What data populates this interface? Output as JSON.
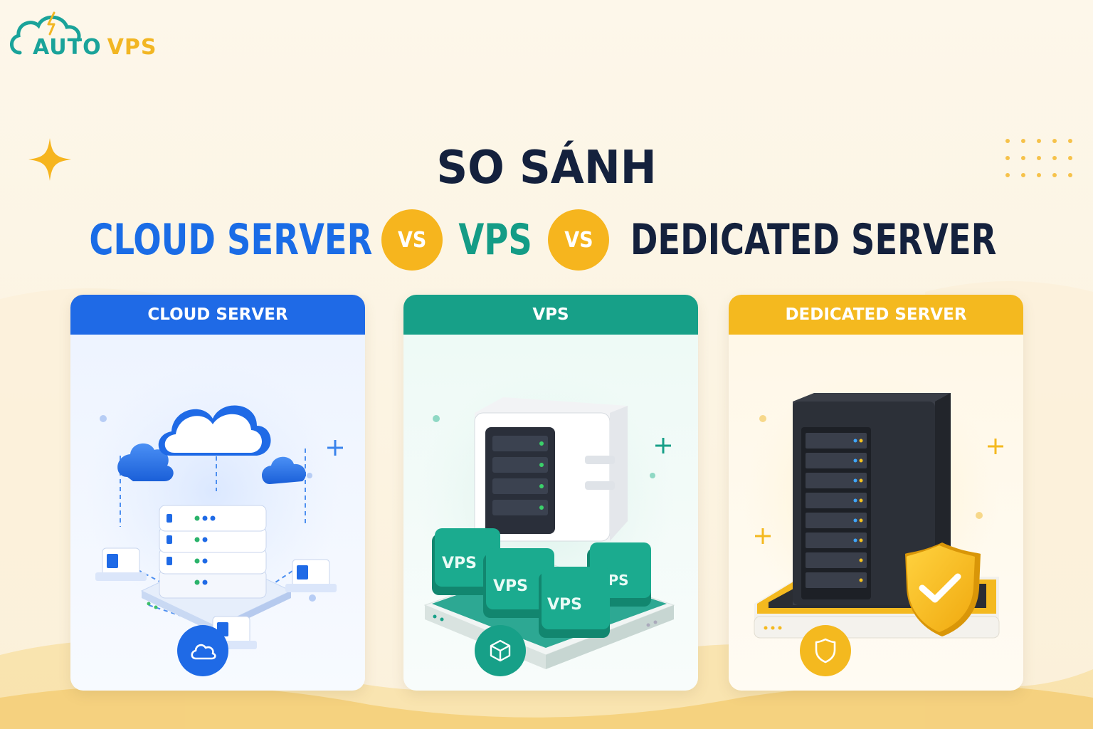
{
  "brand": {
    "name_part1": "AUTO",
    "name_part2": "VPS",
    "colors": {
      "teal": "#1aa39a",
      "yellow": "#f2b623"
    }
  },
  "headline": {
    "line1": "SO SÁNH",
    "cloud": "CLOUD SERVER",
    "vs1": "VS",
    "vps": "VPS",
    "vs2": "VS",
    "dedicated": "DEDICATED SERVER"
  },
  "cards": [
    {
      "title": "CLOUD SERVER",
      "accent": "#1f6ae6",
      "icon": "cloud-icon"
    },
    {
      "title": "VPS",
      "accent": "#17a088",
      "icon": "cube-icon",
      "box_labels": [
        "VPS",
        "VPS",
        "VPS",
        "VPS"
      ]
    },
    {
      "title": "DEDICATED SERVER",
      "accent": "#f4b91f",
      "icon": "shield-icon"
    }
  ],
  "colors": {
    "navy": "#14213d",
    "blue": "#1a6ce6",
    "green": "#149c86",
    "yellow": "#f6b51e",
    "background": "#fdf7ea"
  }
}
